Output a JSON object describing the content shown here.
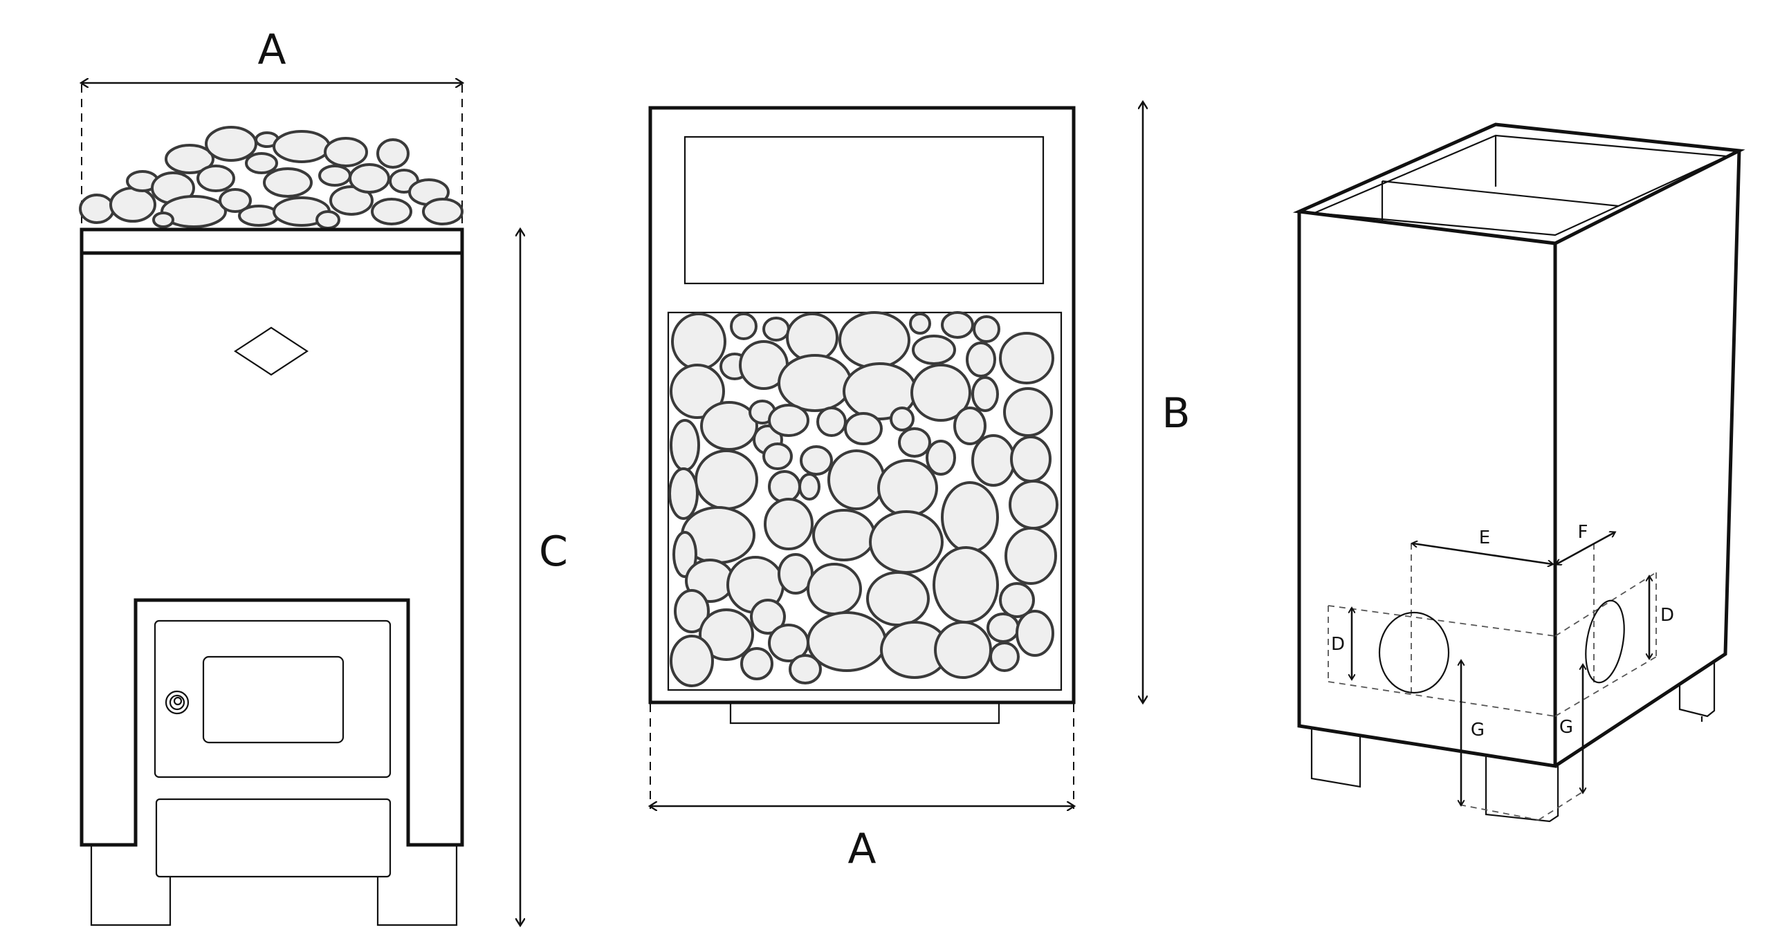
{
  "labels": {
    "front_width": "A",
    "front_height": "C",
    "stone_height": "B",
    "stone_width": "A",
    "iso_e": "E",
    "iso_f": "F",
    "iso_d_left": "D",
    "iso_d_right": "D",
    "iso_g_left": "G",
    "iso_g_right": "G"
  }
}
